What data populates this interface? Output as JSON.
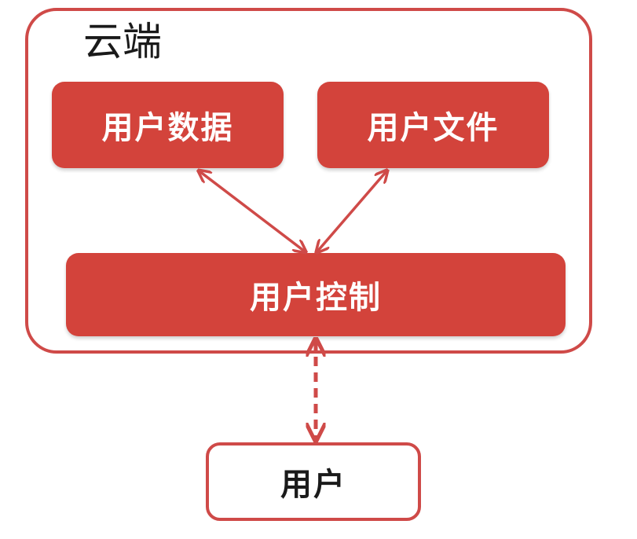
{
  "cloud": {
    "title": "云端"
  },
  "nodes": {
    "user_data": "用户数据",
    "user_files": "用户文件",
    "user_control": "用户控制",
    "user": "用户"
  },
  "colors": {
    "accent": "#d3433b",
    "border": "#cf4a48",
    "text_dark": "#1a1a1a"
  }
}
